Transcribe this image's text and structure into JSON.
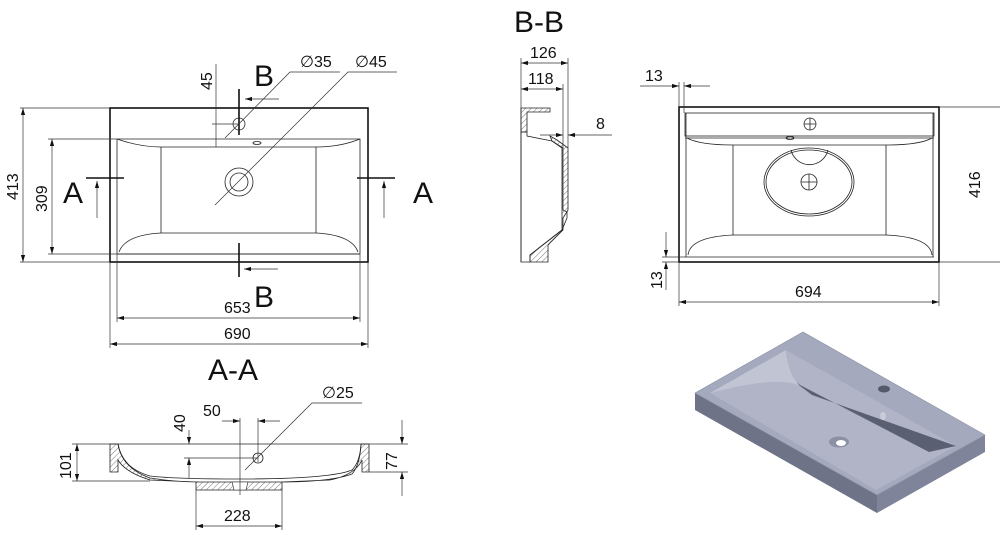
{
  "title": "Washbasin technical drawing",
  "views": {
    "top": {
      "section_a": "A",
      "section_b": "B",
      "dims": {
        "overall_depth": "413",
        "basin_depth": "309",
        "basin_width": "653",
        "overall_width": "690",
        "tap_offset": "45",
        "tap_hole": "35",
        "drain_hole": "45"
      }
    },
    "section_bb": {
      "title": "B-B",
      "dims": {
        "outer": "126",
        "inner": "118",
        "wall": "8"
      }
    },
    "front": {
      "dims": {
        "rim_top": "13",
        "rim_bottom": "13",
        "height": "416",
        "width": "694"
      }
    },
    "section_aa": {
      "title": "A-A",
      "dims": {
        "overflow_offset": "50",
        "overflow_depth": "40",
        "overflow_hole": "25",
        "total_height": "101",
        "rim_height": "77",
        "foot_width": "228"
      }
    }
  },
  "diameter_symbol": "∅",
  "colors": {
    "line": "#111111",
    "render_top": "#9ea3b8",
    "render_side": "#6f7388",
    "render_dark": "#585c6e"
  }
}
